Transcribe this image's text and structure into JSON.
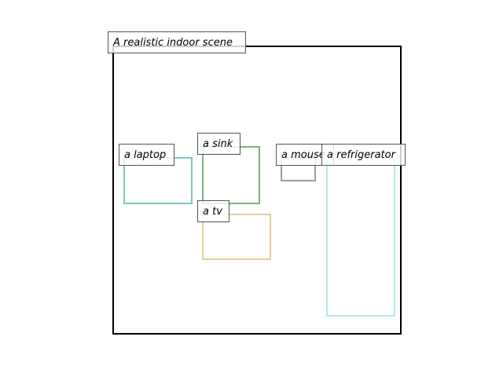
{
  "scene": {
    "title": "A realistic indoor scene",
    "frame_color": "#000000",
    "objects": [
      {
        "id": "laptop",
        "label": "a laptop",
        "color": "#7cc8c0"
      },
      {
        "id": "sink",
        "label": "a sink",
        "color": "#7bb27f"
      },
      {
        "id": "tv",
        "label": "a tv",
        "color": "#e2d09a"
      },
      {
        "id": "mouse",
        "label": "a mouse",
        "color": "#9e9ab0"
      },
      {
        "id": "refrigerator",
        "label": "a refrigerator",
        "color": "#b4eaea"
      }
    ]
  }
}
